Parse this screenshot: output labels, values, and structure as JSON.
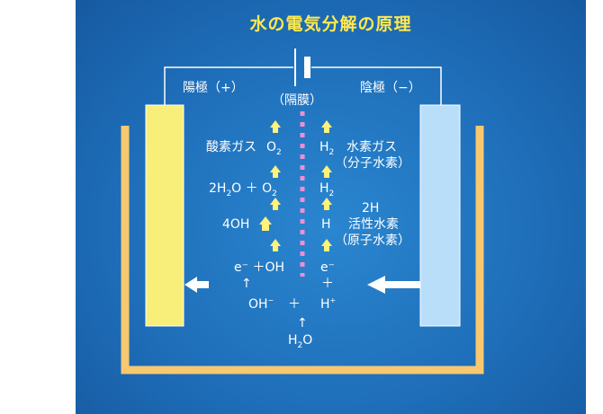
{
  "title": "水の電気分解の原理",
  "anode_label": "陽極（+）",
  "cathode_label": "陰極（−）",
  "membrane_label": "（隔膜）",
  "left": {
    "oxygen_gas": "酸素ガス",
    "o2_top": "O",
    "o2_top_sub": "2",
    "water_o2_prefix": "2H",
    "water_o2_sub": "2",
    "water_o2_suffix": "O ＋ O",
    "water_o2_sub2": "2",
    "hydroxide_4": "4OH",
    "electron_oh": "e⁻ ＋OH",
    "arrow_up_small": "↑",
    "oh_minus": "OH",
    "oh_minus_sup": "−"
  },
  "center": {
    "plus": "＋",
    "arrow_up_small": "↑",
    "water_h": "H",
    "water_sub": "2",
    "water_o": "O"
  },
  "right": {
    "h2_top": "H",
    "h2_top_sub": "2",
    "hydrogen_gas": "水素ガス",
    "molecular_hydrogen": "（分子水素）",
    "h2_mid": "H",
    "h2_mid_sub": "2",
    "two_h": "2H",
    "h_atom": "H",
    "active_hydrogen": "活性水素",
    "atomic_hydrogen": "（原子水素）",
    "electron": "e⁻",
    "plus_small": "＋",
    "h_plus": "H",
    "h_plus_sup": "+"
  },
  "colors": {
    "background_blue": "#1f6fba",
    "anode_yellow": "#f8ee7a",
    "cathode_blue": "#b8defa",
    "container_orange": "#f7c870",
    "arrow_yellow": "#fff27a",
    "membrane_pink": "#f08ed0",
    "title_yellow": "#ffe94f"
  }
}
